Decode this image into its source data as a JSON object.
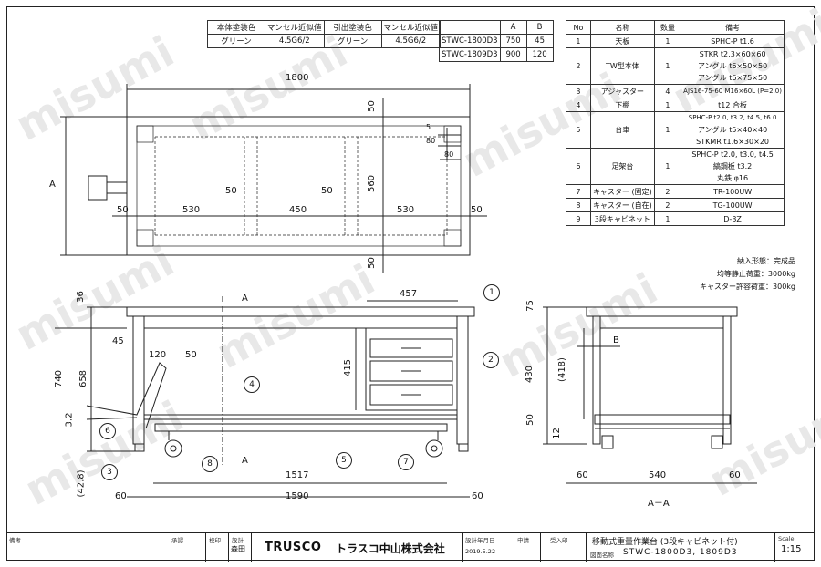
{
  "watermark": "misumi",
  "spec_table": {
    "headers": [
      "本体塗装色",
      "マンセル近似値",
      "引出塗装色",
      "マンセル近似値"
    ],
    "row": [
      "グリーン",
      "4.5G6/2",
      "グリーン",
      "4.5G6/2"
    ]
  },
  "model_table": {
    "headers": [
      "",
      "A",
      "B"
    ],
    "rows": [
      [
        "STWC-1800D3",
        "750",
        "45"
      ],
      [
        "STWC-1809D3",
        "900",
        "120"
      ]
    ]
  },
  "parts_table": {
    "headers": [
      "No",
      "名称",
      "数量",
      "備考"
    ],
    "rows": [
      {
        "no": "1",
        "name": "天板",
        "qty": "1",
        "notes": [
          "SPHC-P t1.6"
        ]
      },
      {
        "no": "2",
        "name": "TW型本体",
        "qty": "1",
        "notes": [
          "STKR t2.3×60×60",
          "アングル t6×50×50",
          "アングル t6×75×50"
        ]
      },
      {
        "no": "3",
        "name": "アジャスター",
        "qty": "4",
        "notes": [
          "AJS16-75-60 M16×60L (P=2.0)"
        ]
      },
      {
        "no": "4",
        "name": "下棚",
        "qty": "1",
        "notes": [
          "t12 合板"
        ]
      },
      {
        "no": "5",
        "name": "台車",
        "qty": "1",
        "notes": [
          "SPHC-P t2.0, t3.2, t4.5, t6.0",
          "アングル t5×40×40",
          "STKMR t1.6×30×20"
        ]
      },
      {
        "no": "6",
        "name": "足架台",
        "qty": "1",
        "notes": [
          "SPHC-P t2.0, t3.0, t4.5",
          "縞鋼板 t3.2",
          "丸鉄 φ16"
        ]
      },
      {
        "no": "7",
        "name": "キャスター (固定)",
        "qty": "2",
        "notes": [
          "TR-100UW"
        ]
      },
      {
        "no": "8",
        "name": "キャスター (自在)",
        "qty": "2",
        "notes": [
          "TG-100UW"
        ]
      },
      {
        "no": "9",
        "name": "3段キャビネット",
        "qty": "1",
        "notes": [
          "D-3Z"
        ]
      }
    ]
  },
  "notes": [
    "納入形態：完成品",
    "均等静止荷重：3000kg",
    "キャスター許容荷重：300kg"
  ],
  "dims": {
    "top_width": "1800",
    "a_label": "A",
    "top_margin": "50",
    "bottom_margin": "50",
    "inner_depth": "560",
    "seg1": "530",
    "seg2": "450",
    "seg3": "530",
    "left_edge": "50",
    "right_edge": "50",
    "leg_a": "50",
    "leg_b": "50",
    "corner_5": "5",
    "corner_80a": "80",
    "corner_80b": "80",
    "h36": "36",
    "h740": "740",
    "h658": "658",
    "h3_2": "3.2",
    "h42_8": "(42.8)",
    "d45": "45",
    "d120": "120",
    "d50": "50",
    "d415": "415",
    "d457": "457",
    "w1517": "1517",
    "w1590": "1590",
    "w60a": "60",
    "w60b": "60",
    "section_a_top": "A",
    "section_a_bottom": "A",
    "s75": "75",
    "s430": "430",
    "s418": "(418)",
    "s50": "50",
    "s12": "12",
    "b_label": "B",
    "w540": "540",
    "s60a": "60",
    "s60b": "60",
    "section_title": "A－A"
  },
  "callouts": [
    "1",
    "2",
    "3",
    "4",
    "5",
    "6",
    "7",
    "8"
  ],
  "title_block": {
    "bikou": "備考",
    "shounin": "承認",
    "kennin": "検印",
    "sekkei": "設計",
    "designer": "森田",
    "brand": "TRUSCO",
    "company": "トラスコ中山株式会社",
    "date_label": "設計年月日",
    "date": "2019.5.22",
    "shinsei": "申請",
    "juryou": "受入印",
    "title": "移動式重量作業台 (3段キャビネット付)",
    "drawing_name_label": "図面名称",
    "drawing_name": "STWC-1800D3, 1809D3",
    "scale_label": "Scale",
    "scale": "1:15"
  }
}
